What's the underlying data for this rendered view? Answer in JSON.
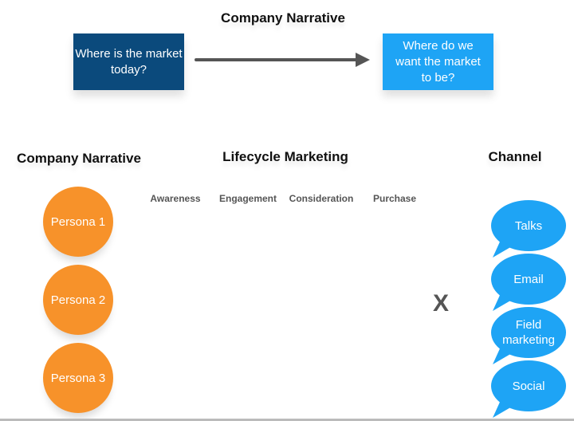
{
  "top": {
    "title": "Company Narrative",
    "current": "Where is the market today?",
    "future": "Where do we want the market to be?"
  },
  "bottom": {
    "left_title": "Company Narrative",
    "middle_title": "Lifecycle Marketing",
    "right_title": "Channel",
    "stages": [
      "Awareness",
      "Engagement",
      "Consideration",
      "Purchase"
    ],
    "personas": [
      "Persona 1",
      "Persona 2",
      "Persona 3"
    ],
    "operator": "X",
    "channels": [
      "Talks",
      "Email",
      "Field marketing",
      "Social"
    ]
  },
  "colors": {
    "dark_blue": "#0b4a7c",
    "light_blue": "#1ea4f5",
    "orange": "#f7922a"
  }
}
